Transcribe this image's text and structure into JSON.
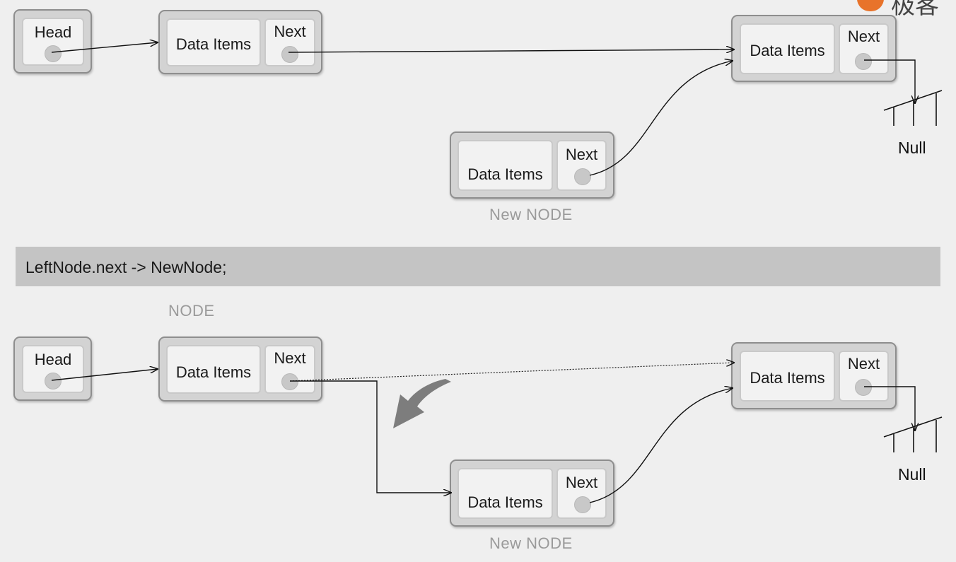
{
  "labels": {
    "head": "Head",
    "data_items": "Data Items",
    "next": "Next",
    "null": "Null",
    "new_node": "New NODE",
    "node": "NODE"
  },
  "code_bar": {
    "text": "LeftNode.next  ->  NewNode;"
  },
  "logo": {
    "text": "极客",
    "color": "#e8732a"
  },
  "colors": {
    "background": "#efefef",
    "node_border": "#8e8e8e",
    "cell_fill": "#f2f2f2",
    "arrow": "#111111",
    "caption": "#9a9a9a",
    "code_bar": "#c4c4c4",
    "hint_arrow": "#7d7d7d"
  }
}
